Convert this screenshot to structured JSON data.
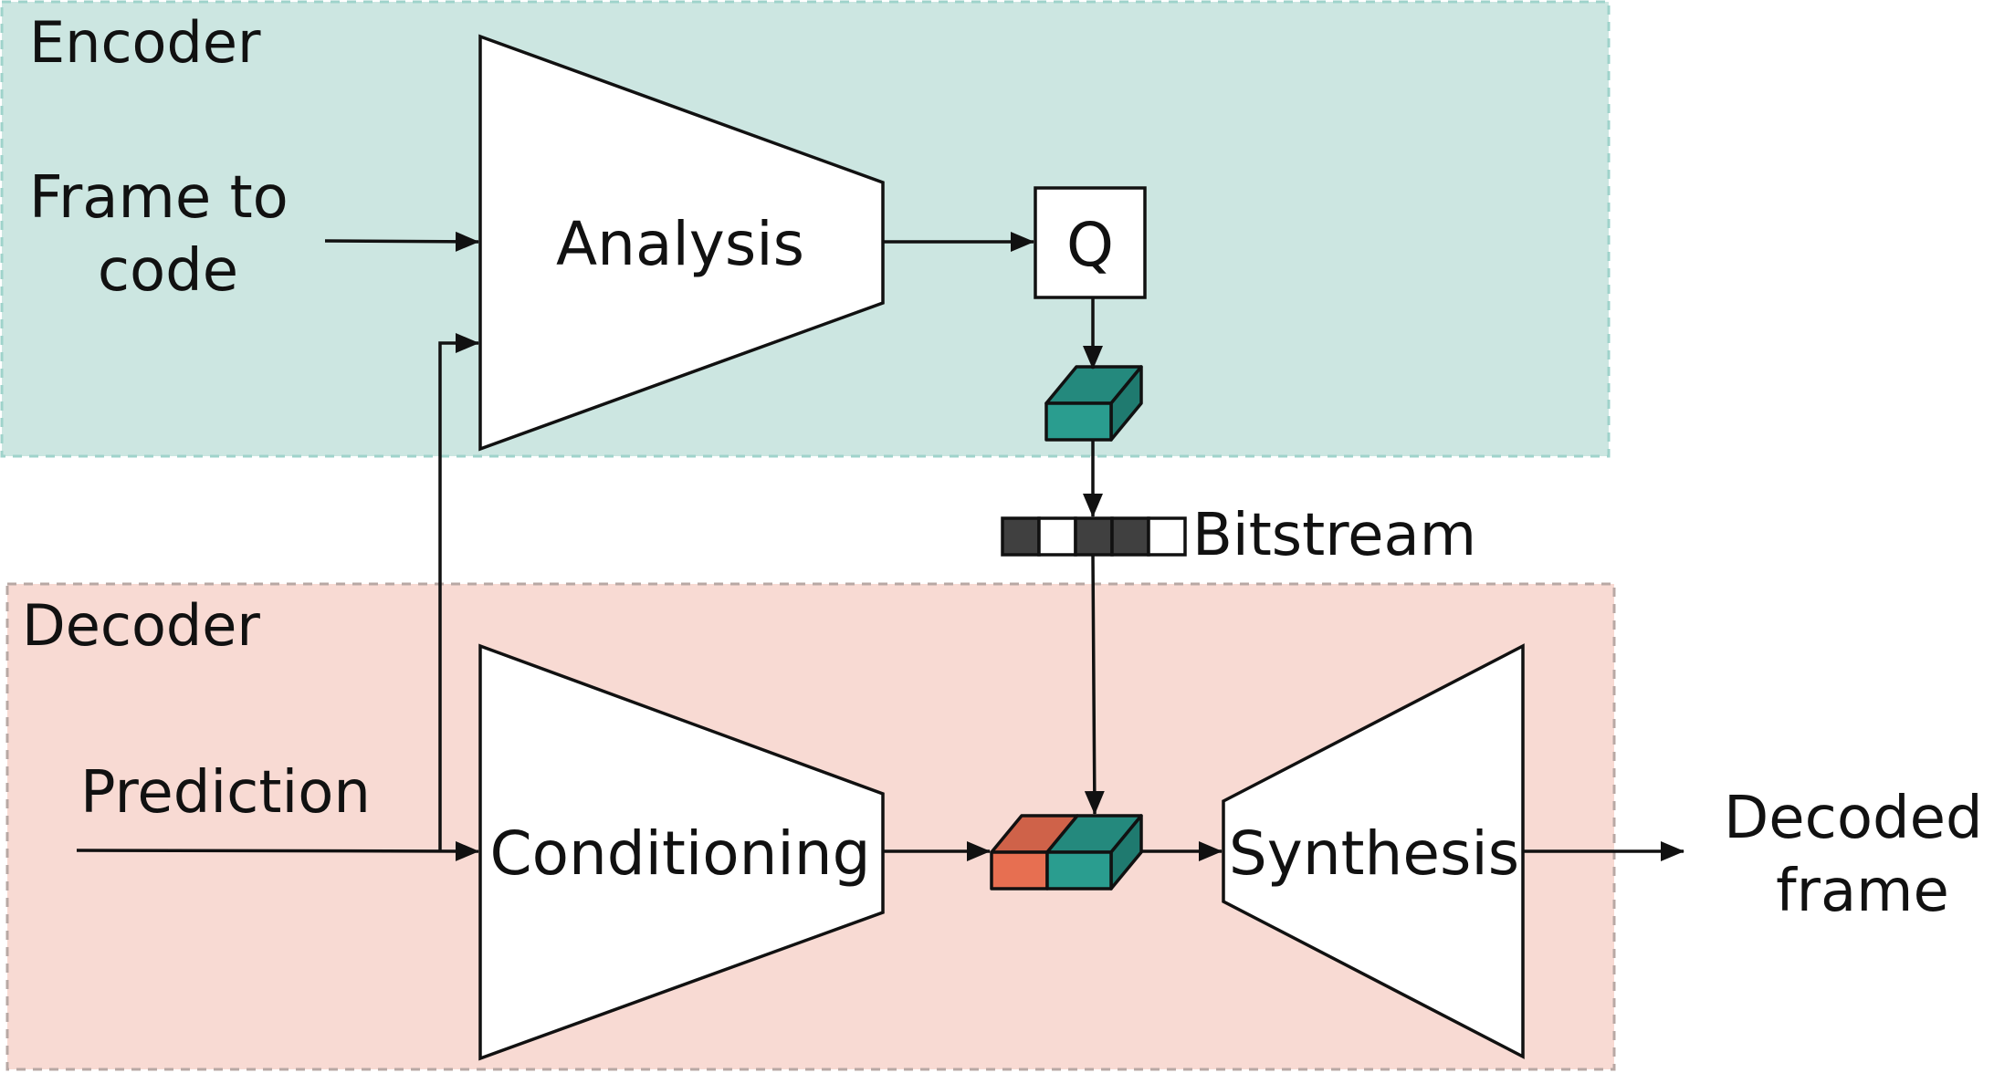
{
  "encoder": {
    "title": "Encoder",
    "input_label_lines": [
      "Frame to",
      "code"
    ],
    "analysis_label": "Analysis",
    "quantizer_label": "Q",
    "background_color": "#cce6e1",
    "border_color": "#9fd3cb"
  },
  "bitstream": {
    "label": "Bitstream",
    "cells": [
      "dark",
      "light",
      "dark",
      "dark",
      "light"
    ],
    "dark_color": "#404040",
    "light_color": "#ffffff"
  },
  "decoder": {
    "title": "Decoder",
    "prediction_label": "Prediction",
    "conditioning_label": "Conditioning",
    "synthesis_label": "Synthesis",
    "output_label_lines": [
      "Decoded",
      "frame"
    ],
    "background_color": "#f8dad3",
    "border_color": "#b8a8a4"
  },
  "latent_colors": {
    "teal": "#2a9d8f",
    "teal_top": "#24897d",
    "orange": "#e76f51",
    "orange_top": "#cf6249"
  }
}
